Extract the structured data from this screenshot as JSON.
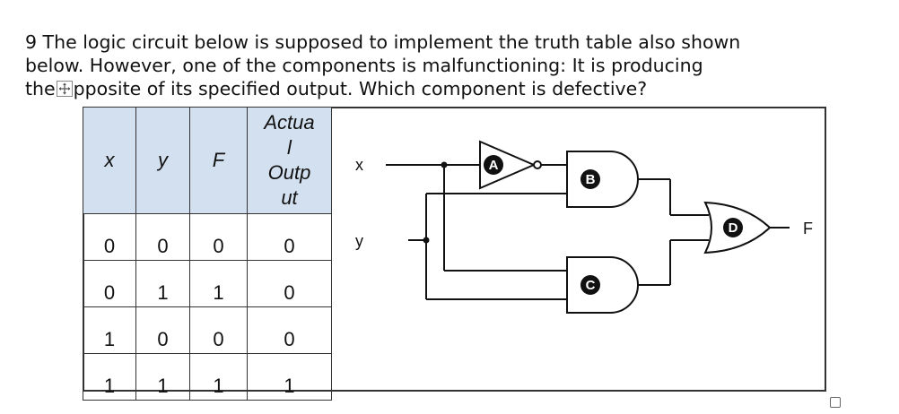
{
  "question": {
    "line1": "9 The logic circuit below is supposed to implement the truth table also shown",
    "line2": "below. However, one of the components is malfunctioning: It is producing",
    "line3_pre": "the",
    "line3_post": "pposite of its specified output. Which component is defective?"
  },
  "table": {
    "headers": [
      "x",
      "y",
      "F",
      "Actua / Outp ut"
    ],
    "header_actual_lines": [
      "Actua",
      "l",
      "Outp",
      "ut"
    ],
    "rows": [
      [
        "0",
        "0",
        "0",
        "0"
      ],
      [
        "0",
        "1",
        "1",
        "0"
      ],
      [
        "1",
        "0",
        "0",
        "0"
      ],
      [
        "1",
        "1",
        "1",
        "1"
      ]
    ]
  },
  "circuit": {
    "input_x": "x",
    "input_y": "y",
    "output_f": "F",
    "gates": [
      "A",
      "B",
      "C",
      "D"
    ]
  },
  "icons": {
    "move": "move-handle-icon",
    "resize": "resize-handle-icon"
  }
}
